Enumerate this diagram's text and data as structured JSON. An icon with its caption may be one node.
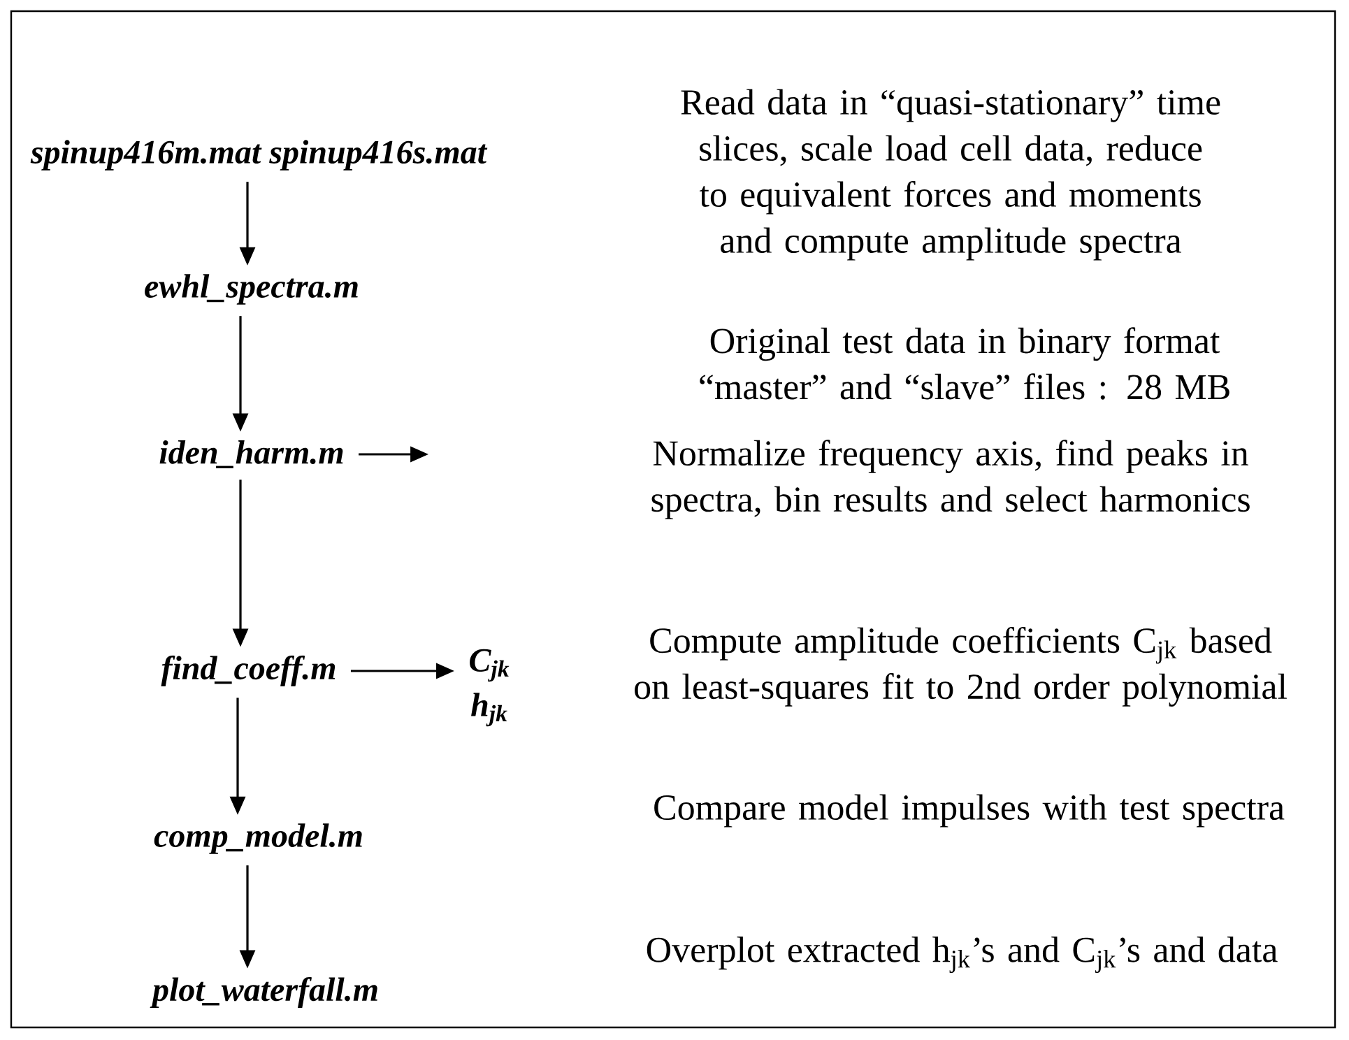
{
  "diagram": {
    "nodes": [
      {
        "text": [
          "spinup416m.mat spinup416s.mat"
        ]
      },
      {
        "text": [
          "ewhl_spectra.m"
        ]
      },
      {
        "text": [
          "iden_harm.m"
        ]
      },
      {
        "text": [
          "find_coeff.m"
        ]
      },
      {
        "text": [
          "C$_{jk}$",
          "h$_{jk}$"
        ]
      },
      {
        "text": [
          "comp_model.m"
        ]
      },
      {
        "text": [
          "plot_waterfall.m"
        ]
      }
    ],
    "edges": [
      {
        "from": 0,
        "to": 1,
        "arrow": "to"
      },
      {
        "from": 1,
        "to": 2,
        "arrow": "to"
      },
      {
        "from": 2,
        "to": null,
        "arrow": "to"
      },
      {
        "from": 2,
        "to": 3,
        "arrow": "to"
      },
      {
        "from": 3,
        "to": 4,
        "arrow": "to"
      },
      {
        "from": 3,
        "to": 5,
        "arrow": "to"
      },
      {
        "from": 5,
        "to": 6,
        "arrow": "to"
      }
    ],
    "labels": [
      "Read data in “quasi-stationary” time slices, scale load cell data, reduce to equivalent forces and moments and compute amplitude spectra",
      "Original test data in binary format “master” and “slave” files : 28 MB",
      "Normalize frequency axis, find peaks in spectra, bin results and select harmonics",
      "Compute amplitude coefficients C$_{jk}$ based on least-squares fit to 2nd order polynomial",
      "Compare model impulses with test spectra",
      "Overplot extracted h$_{jk}$’s and C$_{jk}$’s and data"
    ]
  }
}
